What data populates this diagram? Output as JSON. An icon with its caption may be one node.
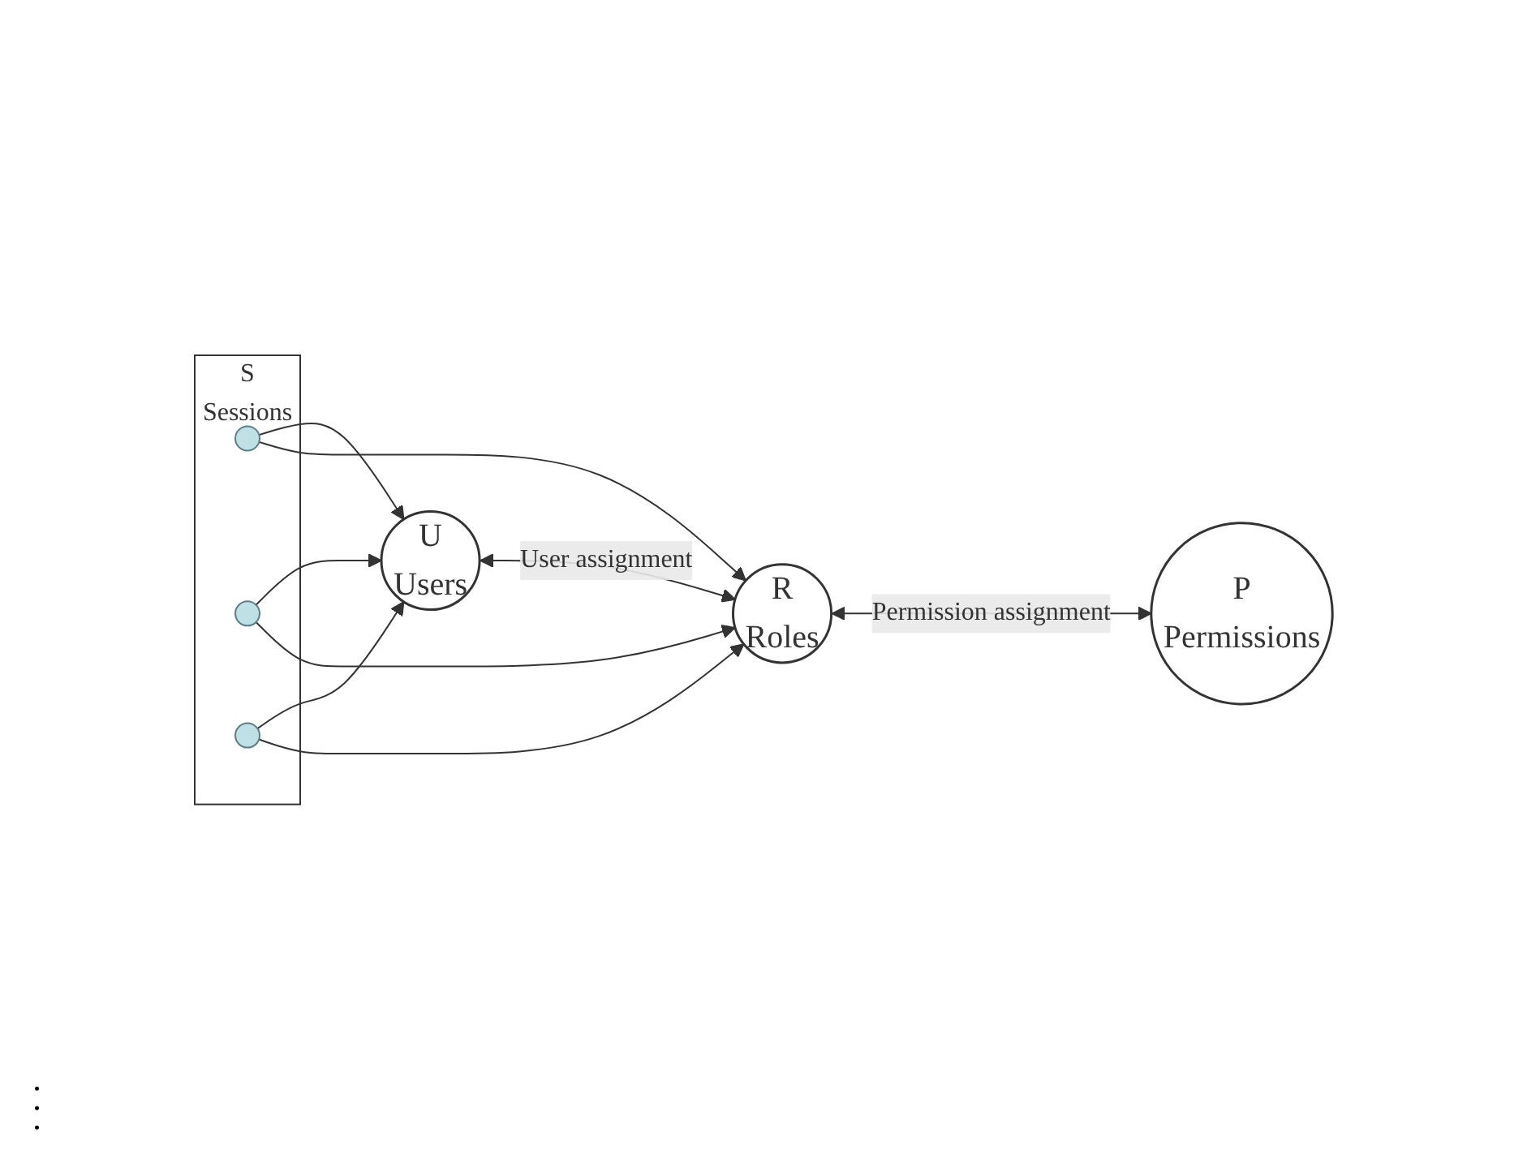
{
  "diagram": {
    "nodes": [
      {
        "text": [
          "U",
          "Users"
        ]
      },
      {
        "text": [
          "R",
          "Roles"
        ]
      },
      {
        "text": [
          "P",
          "Permissions"
        ]
      },
      {
        "text": [
          "S",
          "Sessions"
        ]
      },
      {
        "text": [],
        "shape": "circle",
        "in": 3
      },
      {
        "text": [],
        "shape": "circle",
        "in": 3
      },
      {
        "text": [],
        "shape": "circle",
        "in": 3
      }
    ],
    "edges": [
      {
        "from": 0,
        "to": 1,
        "arrow": "both",
        "label": "User assignment"
      },
      {
        "from": 1,
        "to": 2,
        "arrow": "both",
        "label": "Permission assignment"
      },
      {
        "from": 4,
        "to": 0,
        "arrow": "to"
      },
      {
        "from": 4,
        "to": 1,
        "arrow": "to"
      },
      {
        "from": 5,
        "to": 0,
        "arrow": "to"
      },
      {
        "from": 5,
        "to": 1,
        "arrow": "to"
      },
      {
        "from": 6,
        "to": 0,
        "arrow": "to"
      },
      {
        "from": 6,
        "to": 1,
        "arrow": "to"
      }
    ],
    "labels": [
      ".",
      ".",
      "."
    ]
  }
}
